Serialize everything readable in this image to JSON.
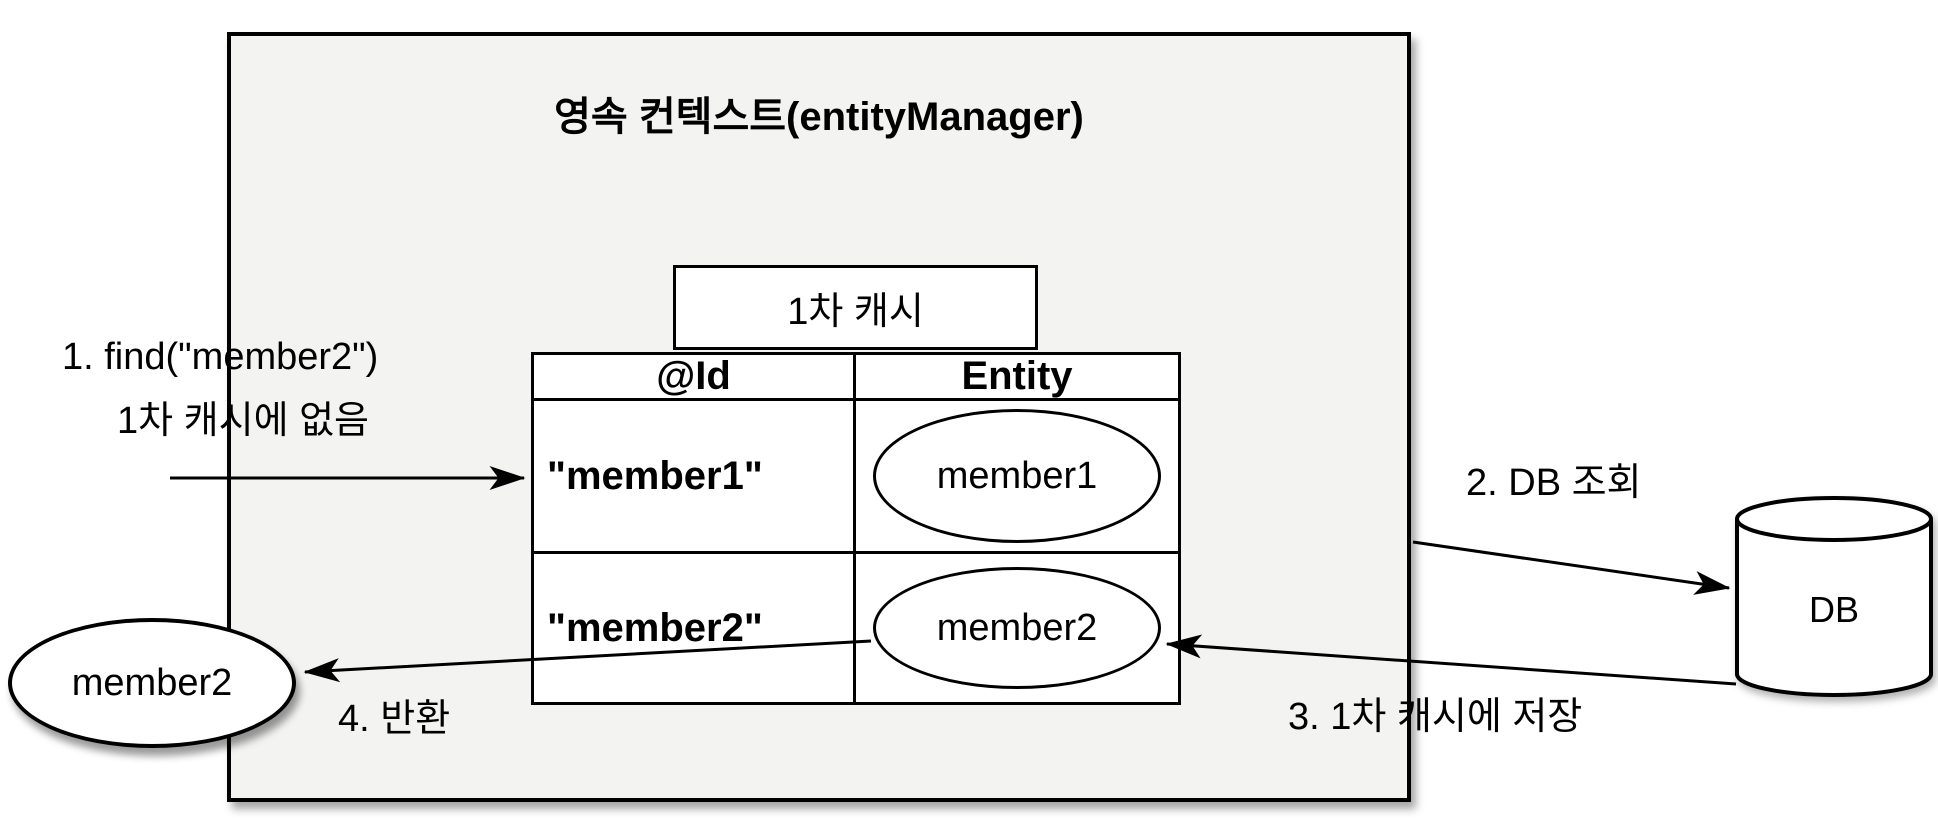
{
  "diagram": {
    "container": {
      "title": "영속 컨텍스트(entityManager)"
    },
    "cache": {
      "label": "1차 캐시",
      "table": {
        "headers": [
          "@Id",
          "Entity"
        ],
        "rows": [
          {
            "id": "\"member1\"",
            "entity": "member1"
          },
          {
            "id": "\"member2\"",
            "entity": "member2"
          }
        ]
      }
    },
    "db": {
      "label": "DB"
    },
    "result_entity": {
      "label": "member2"
    },
    "steps": [
      {
        "line1": "1. find(\"member2\")",
        "line2": "1차 캐시에 없음"
      },
      {
        "label": "2. DB 조회"
      },
      {
        "label": "3. 1차 캐시에 저장"
      },
      {
        "label": "4. 반환"
      }
    ],
    "colors": {
      "background": "#ffffff",
      "box_fill": "#f3f3f2",
      "shape_fill": "#ffffff",
      "stroke": "#000000"
    }
  }
}
